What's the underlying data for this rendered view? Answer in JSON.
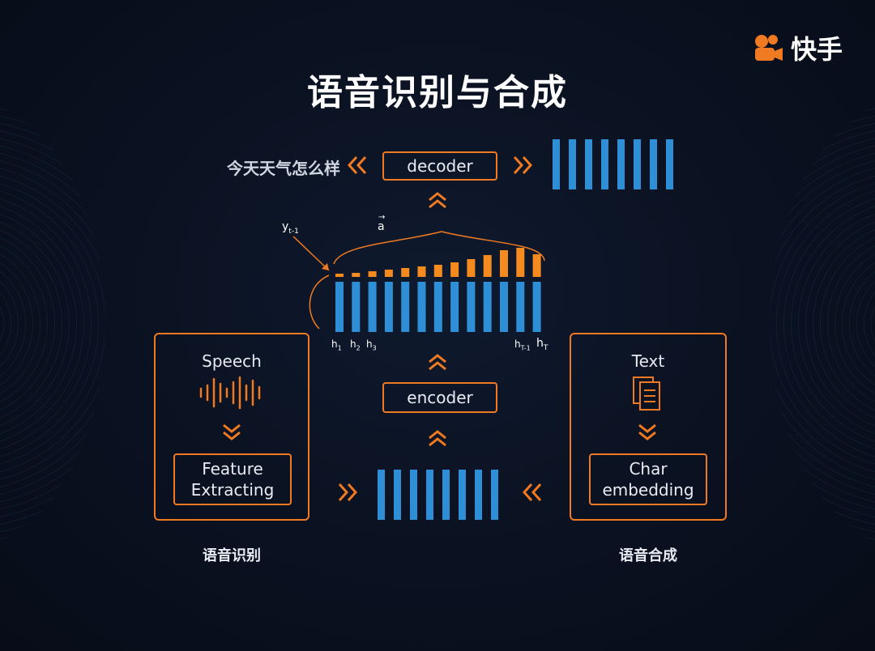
{
  "title": "语音识别与合成",
  "logo_text": "快手",
  "query_text": "今天天气怎么样",
  "decoder_label": "decoder",
  "encoder_label": "encoder",
  "left_panel": {
    "heading": "Speech",
    "box": [
      "Feature",
      "Extracting"
    ],
    "caption": "语音识别"
  },
  "right_panel": {
    "heading": "Text",
    "box": [
      "Char",
      "embedding"
    ],
    "caption": "语音合成"
  },
  "attention": {
    "vector_label": "a",
    "y_label": "y",
    "y_sub": "t-1",
    "hidden_labels": [
      {
        "base": "h",
        "sub": "1"
      },
      {
        "base": "h",
        "sub": "2"
      },
      {
        "base": "h",
        "sub": "3"
      },
      {
        "base": "h",
        "sub": "T-1"
      },
      {
        "base": "h",
        "sub": "T"
      }
    ]
  },
  "colors": {
    "accent": "#f07a22",
    "bar_blue": "#2e8fd6",
    "bar_orange": "#f58a1f",
    "bg": "#0b1220"
  }
}
